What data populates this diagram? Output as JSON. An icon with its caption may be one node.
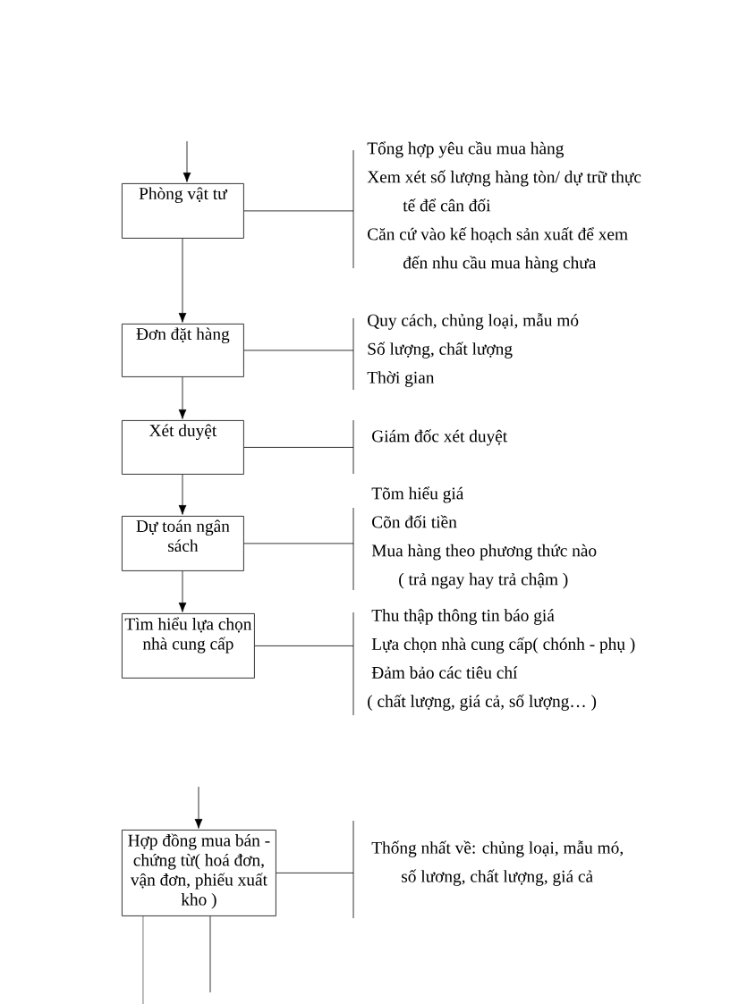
{
  "diagram": {
    "nodes": [
      {
        "text": [
          "Phòng vật tư"
        ]
      },
      {
        "text": [
          "Tổng hợp yêu cầu mua hàng",
          "Xem xét số lượng hàng tòn/ dự trữ thực tế để cân đối",
          "Căn cứ vào kế  hoạch sản xuất để xem đến nhu cầu mua hàng chưa"
        ]
      },
      {
        "text": [
          "Đơn đặt hàng"
        ]
      },
      {
        "text": [
          "Quy cách, chủng loại, mẫu mó",
          "Số lượng, chất lượng",
          "Thời gian"
        ]
      },
      {
        "text": [
          "Xét duyệt"
        ]
      },
      {
        "text": [
          "Giám đốc xét duyệt"
        ]
      },
      {
        "text": [
          "Dự toán ngân sách"
        ]
      },
      {
        "text": [
          "Tõm hiểu giá",
          "Cõn đối tiền",
          "Mua hàng theo phương thức nào",
          "( trả ngay hay trả chậm )"
        ]
      },
      {
        "text": [
          "Tìm hiểu lựa chọn nhà cung cấp"
        ]
      },
      {
        "text": [
          "Thu thập thông tin báo giá",
          "Lựa chọn nhà cung cấp( chónh - phụ )",
          "Đảm bảo các tiêu chí",
          "( chất lượng, giá cả, số lượng… )"
        ]
      },
      {
        "text": [
          "Hợp đồng mua bán - chứng từ( hoá đơn, vận đơn, phiếu xuất kho )"
        ]
      },
      {
        "text": [
          "Thống nhất về: chủng loại, mẫu mó, số lương, chất lượng, giá cả"
        ]
      }
    ],
    "edges": [
      {
        "from": null,
        "to": 0,
        "arrow": "to"
      },
      {
        "from": 0,
        "to": 1,
        "arrow": "none"
      },
      {
        "from": 0,
        "to": 2,
        "arrow": "to"
      },
      {
        "from": 2,
        "to": 3,
        "arrow": "none"
      },
      {
        "from": 2,
        "to": 4,
        "arrow": "to"
      },
      {
        "from": 4,
        "to": 5,
        "arrow": "none"
      },
      {
        "from": 4,
        "to": 6,
        "arrow": "to"
      },
      {
        "from": 6,
        "to": 7,
        "arrow": "none"
      },
      {
        "from": 6,
        "to": 8,
        "arrow": "to"
      },
      {
        "from": 8,
        "to": 9,
        "arrow": "none"
      },
      {
        "from": null,
        "to": 10,
        "arrow": "to"
      },
      {
        "from": 10,
        "to": 11,
        "arrow": "none"
      },
      {
        "from": 10,
        "to": null,
        "arrow": "none"
      },
      {
        "from": 10,
        "to": null,
        "arrow": "none"
      }
    ]
  }
}
